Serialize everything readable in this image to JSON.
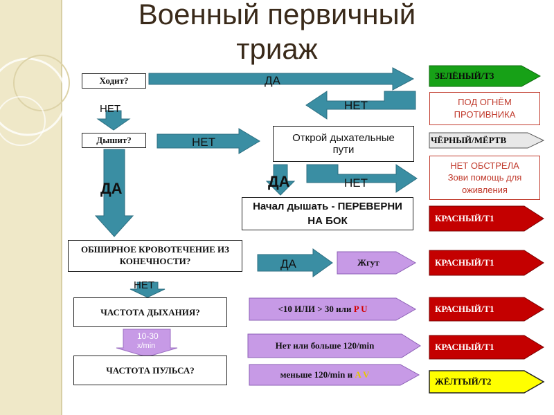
{
  "title": {
    "line1": "Военный первичный",
    "line2": "триаж"
  },
  "questions": {
    "walks": "Ходит?",
    "breathes": "Дышит?",
    "open_airway": "Открой дыхательные пути",
    "started_breathing": "Начал дышать - ПЕРЕВЕРНИ НА БОК",
    "bleeding": "ОБШИРНОЕ КРОВОТЕЧЕНИЕ ИЗ КОНЕЧНОСТИ?",
    "resp_rate": "ЧАСТОТА ДЫХАНИЯ?",
    "pulse_rate": "ЧАСТОТА ПУЛЬСА?"
  },
  "arrows": {
    "yes_1": "ДА",
    "no_back": "НЕТ",
    "no_1": "НЕТ",
    "no_2": "НЕТ",
    "yes_big": "ДА",
    "yes_2": "ДА",
    "no_3": "НЕТ",
    "yes_3": "ДА",
    "no_4": "НЕТ",
    "rate_normal": "10-30",
    "rate_normal_unit": "x/min"
  },
  "conditions": {
    "tourniquet": "Жгут",
    "rr_prefix": "<10 ИЛИ > 30 или ",
    "rr_suffix": "P U",
    "hr_high": "Нет или больше 120/min",
    "hr_low_prefix": "меньше 120/min и ",
    "hr_low_suffix": "A V"
  },
  "notes": {
    "under_fire_1": "ПОД ОГНЁМ",
    "under_fire_2": "ПРОТИВНИКА",
    "no_fire_1": "НЕТ ОБСТРЕЛА",
    "no_fire_2": "Зови помощь для",
    "no_fire_3": "оживления"
  },
  "outcomes": {
    "green": "ЗЕЛЁНЫЙ/Т3",
    "black": "ЧЁРНЫЙ/МЁРТВ",
    "red_1": "КРАСНЫЙ/Т1",
    "red_2": "КРАСНЫЙ/Т1",
    "red_3": "КРАСНЫЙ/Т1",
    "red_4": "КРАСНЫЙ/Т1",
    "yellow": "ЖЁЛТЫЙ/Т2"
  },
  "colors": {
    "teal": "#3a8ea3",
    "green": "#17a117",
    "red": "#c40000",
    "yellow": "#ffff00",
    "purple": "#c79ae6",
    "black_tag": "#e8e8e8",
    "warning_red": "#c0392b",
    "title": "#3a2a1a",
    "background_strip": "#efe8c8"
  }
}
